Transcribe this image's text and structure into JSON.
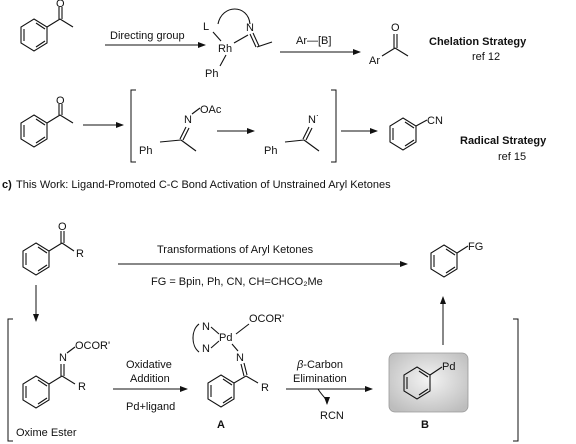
{
  "row1": {
    "directing_group": "Directing group",
    "L": "L",
    "Rh": "Rh",
    "N": "N",
    "Ph": "Ph",
    "ArB": "Ar—[B]",
    "Ar": "Ar",
    "O": "O",
    "strategy": "Chelation Strategy",
    "ref": "ref 12"
  },
  "row2": {
    "O": "O",
    "OAc": "OAc",
    "N": "N",
    "Ph": "Ph",
    "N_rad": "N˙",
    "CN": "CN",
    "strategy": "Radical Strategy",
    "ref": "ref 15"
  },
  "section_c": {
    "label": "c)",
    "title": "This Work: Ligand-Promoted C-C Bond Activation of Unstrained Aryl Ketones"
  },
  "scheme": {
    "O": "O",
    "R": "R",
    "transform_title": "Transformations of Aryl Ketones",
    "fg_list": "FG = Bpin, Ph, CN, CH=CHCO₂Me",
    "FG": "FG",
    "OCOR": "OCOR'",
    "N": "N",
    "oxime_ester": "Oxime Ester",
    "oxidative": "Oxidative",
    "addition": "Addition",
    "pd_ligand": "Pd+ligand",
    "Pd": "Pd",
    "A": "A",
    "beta": "β",
    "carbon": "-Carbon",
    "elimination": "Elimination",
    "RCN": "RCN",
    "B": "B"
  }
}
